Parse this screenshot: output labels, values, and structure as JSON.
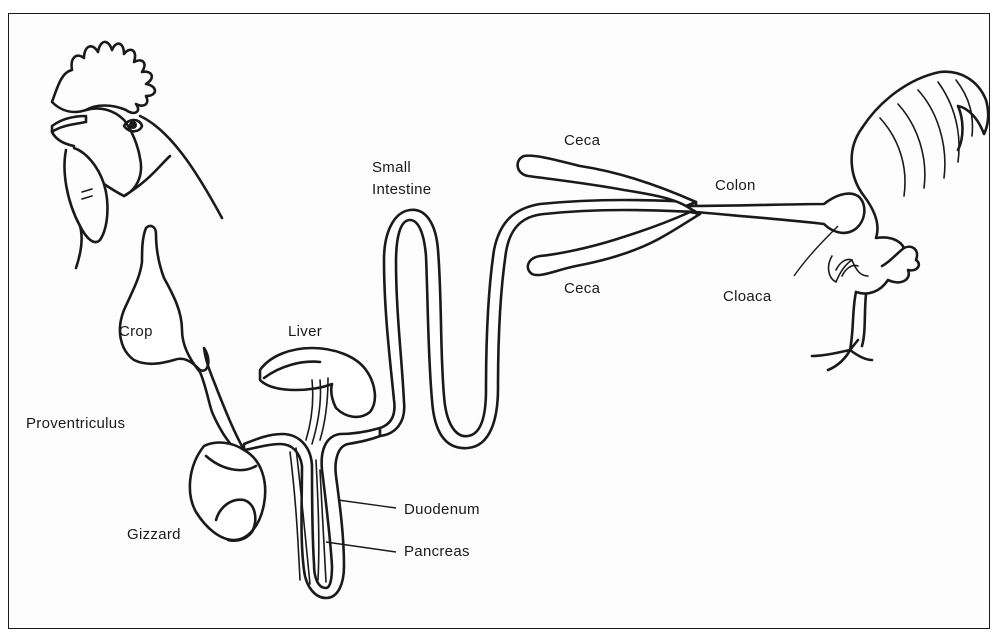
{
  "labels": {
    "crop": "Crop",
    "proventriculus": "Proventriculus",
    "gizzard": "Gizzard",
    "liver": "Liver",
    "small_intestine_1": "Small",
    "small_intestine_2": "Intestine",
    "ceca_top": "Ceca",
    "ceca_bottom": "Ceca",
    "colon": "Colon",
    "cloaca": "Cloaca",
    "duodenum": "Duodenum",
    "pancreas": "Pancreas"
  }
}
